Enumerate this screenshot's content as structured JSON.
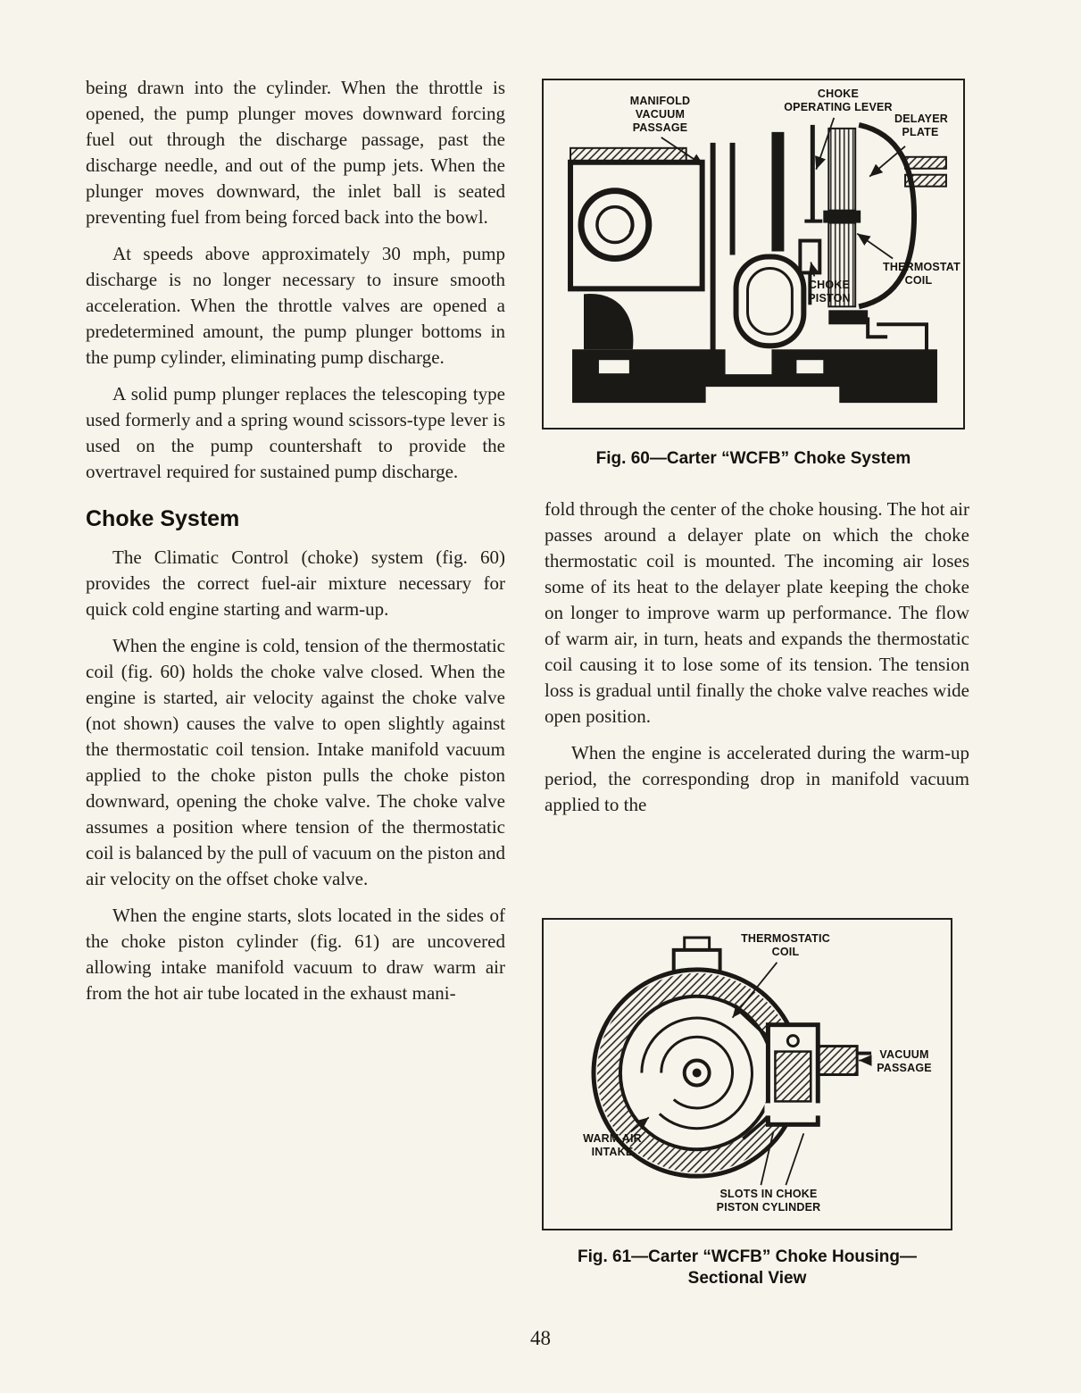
{
  "page": {
    "number": "48"
  },
  "left": {
    "p1": "being drawn into the cylinder. When the throttle is opened, the pump plunger moves downward forcing fuel out through the discharge passage, past the discharge needle, and out of the pump jets. When the plunger moves downward, the inlet ball is seated preventing fuel from being forced back into the bowl.",
    "p2": "At speeds above approximately 30 mph, pump discharge is no longer necessary to insure smooth acceleration. When the throttle valves are opened a predetermined amount, the pump plunger bottoms in the pump cylinder, eliminating pump discharge.",
    "p3": "A solid pump plunger replaces the telescoping type used formerly and a spring wound scissors-type lever is used on the pump countershaft to provide the overtravel required for sustained pump discharge.",
    "heading": "Choke System",
    "p4": "The Climatic Control (choke) system (fig. 60) provides the correct fuel-air mixture necessary for quick cold engine starting and warm-up.",
    "p5": "When the engine is cold, tension of the thermostatic coil (fig. 60) holds the choke valve closed. When the engine is started, air velocity against the choke valve (not shown) causes the valve to open slightly against the thermostatic coil tension. Intake manifold vacuum applied to the choke piston pulls the choke piston downward, opening the choke valve. The choke valve assumes a position where tension of the thermostatic coil is balanced by the pull of vacuum on the piston and air velocity on the offset choke valve.",
    "p6": "When the engine starts, slots located in the sides of the choke piston cylinder (fig. 61) are uncovered allowing intake manifold vacuum to draw warm air from the hot air tube located in the exhaust mani-"
  },
  "right": {
    "p1": "fold through the center of the choke housing. The hot air passes around a delayer plate on which the choke thermostatic coil is mounted. The incoming air loses some of its heat to the delayer plate keeping the choke on longer to improve warm up performance. The flow of warm air, in turn, heats and expands the thermostatic coil causing it to lose some of its tension. The tension loss is gradual until finally the choke valve reaches wide open position.",
    "p2": "When the engine is accelerated during the warm-up period, the corresponding drop in manifold vacuum applied to the"
  },
  "fig60": {
    "caption": "Fig. 60—Carter “WCFB” Choke System",
    "labels": {
      "manifold": "MANIFOLD VACUUM PASSAGE",
      "lever": "CHOKE OPERATING LEVER",
      "delayer": "DELAYER PLATE",
      "thermostat": "THERMOSTAT COIL",
      "piston": "CHOKE PISTON"
    }
  },
  "fig61": {
    "caption1": "Fig. 61—Carter “WCFB” Choke Housing—",
    "caption2": "Sectional View",
    "labels": {
      "coil": "THERMOSTATIC COIL",
      "vacuum": "VACUUM PASSAGE",
      "warmair": "WARM AIR INTAKE",
      "slots": "SLOTS IN CHOKE PISTON CYLINDER"
    }
  }
}
